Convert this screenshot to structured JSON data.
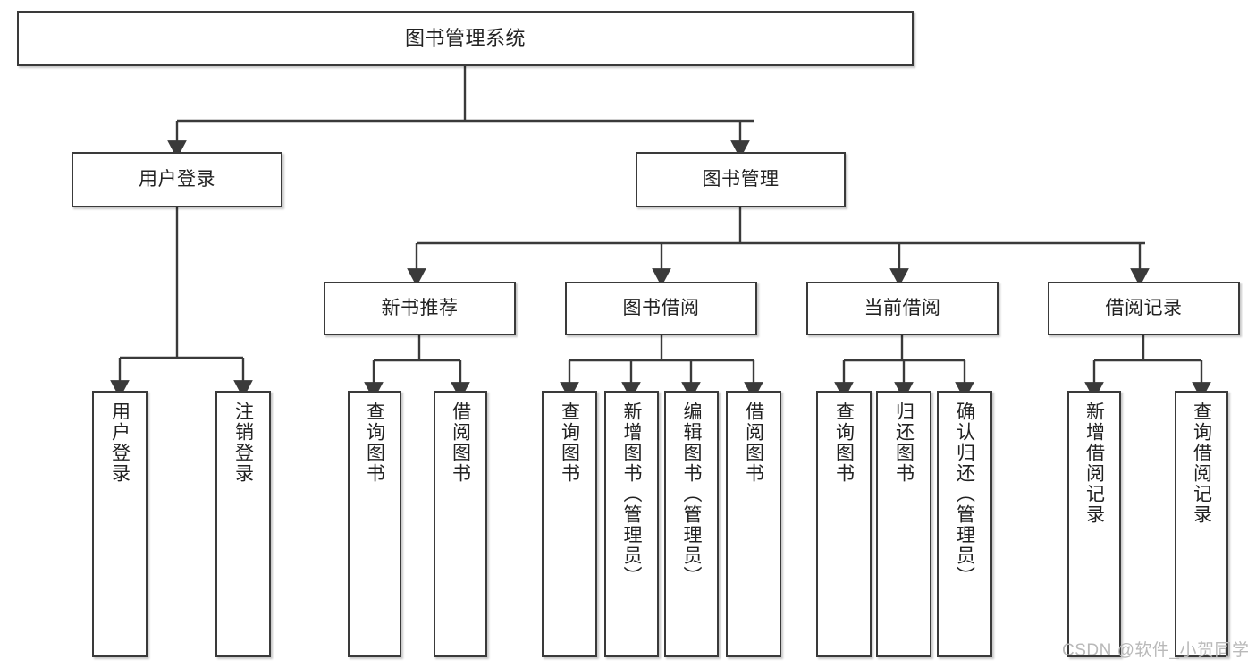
{
  "diagram": {
    "title": "图书管理系统",
    "root": {
      "label": "图书管理系统"
    },
    "level2": [
      {
        "label": "用户登录"
      },
      {
        "label": "图书管理"
      }
    ],
    "level3": [
      {
        "label": "新书推荐"
      },
      {
        "label": "图书借阅"
      },
      {
        "label": "当前借阅"
      },
      {
        "label": "借阅记录"
      }
    ],
    "leaves_user_login": [
      {
        "label": "用户登录"
      },
      {
        "label": "注销登录"
      }
    ],
    "leaves_new_book": [
      {
        "label": "查询图书"
      },
      {
        "label": "借阅图书"
      }
    ],
    "leaves_borrow": [
      {
        "label": "查询图书"
      },
      {
        "label": "新增图书（管理员）"
      },
      {
        "label": "编辑图书（管理员）"
      },
      {
        "label": "借阅图书"
      }
    ],
    "leaves_current": [
      {
        "label": "查询图书"
      },
      {
        "label": "归还图书"
      },
      {
        "label": "确认归还（管理员）"
      }
    ],
    "leaves_record": [
      {
        "label": "新增借阅记录"
      },
      {
        "label": "查询借阅记录"
      }
    ]
  },
  "watermark": {
    "text": "CSDN @软件_小贺同学"
  },
  "colors": {
    "border": "#3a3a3a",
    "background": "#ffffff",
    "text": "#222222",
    "edge": "#3a3a3a",
    "watermark": "#b9b9b9"
  }
}
